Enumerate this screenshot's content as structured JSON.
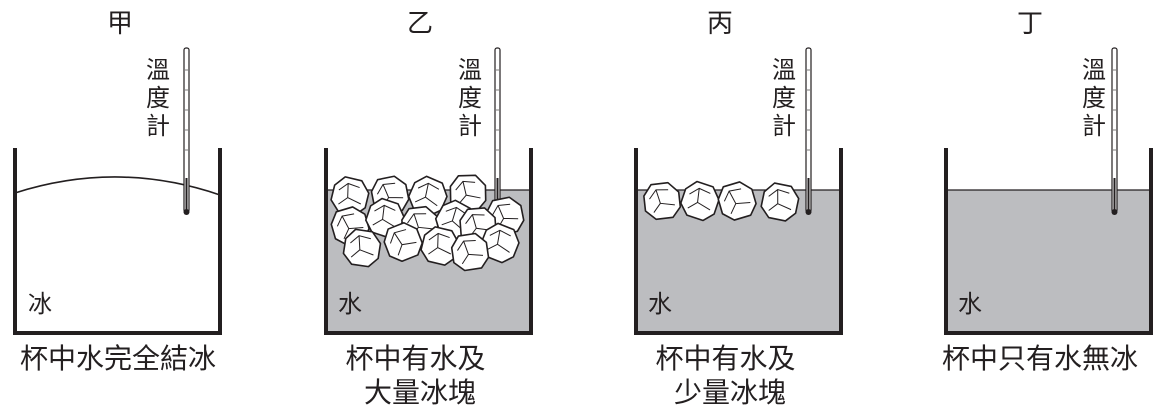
{
  "panels": [
    {
      "title": "甲",
      "thermometer_label": "溫度計",
      "content_label": "冰",
      "state": "frozen",
      "ice_cubes": 0,
      "caption": [
        "杯中水完全結冰"
      ]
    },
    {
      "title": "乙",
      "thermometer_label": "溫度計",
      "content_label": "水",
      "state": "water-with-much-ice",
      "ice_cubes": 15,
      "caption": [
        "杯中有水及",
        "大量冰塊"
      ]
    },
    {
      "title": "丙",
      "thermometer_label": "溫度計",
      "content_label": "水",
      "state": "water-with-little-ice",
      "ice_cubes": 4,
      "caption": [
        "杯中有水及",
        "少量冰塊"
      ]
    },
    {
      "title": "丁",
      "thermometer_label": "溫度計",
      "content_label": "水",
      "state": "water-only",
      "ice_cubes": 0,
      "caption": [
        "杯中只有水無冰"
      ]
    }
  ],
  "colors": {
    "water": "#bcbdc0",
    "ink": "#231f20"
  }
}
